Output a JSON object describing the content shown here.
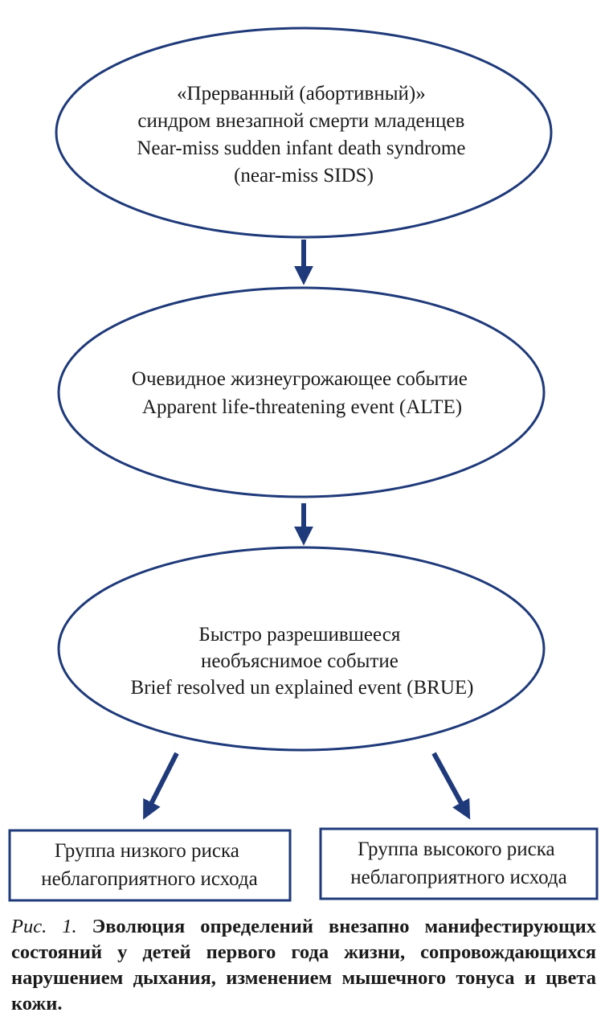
{
  "colors": {
    "shape_stroke": "#1f3a7a",
    "arrow": "#1f3a7a",
    "text": "#1a1a1a"
  },
  "nodes": {
    "near_miss_sids": {
      "lines": [
        "«Прерванный (абортивный)»",
        "синдром внезапной смерти младенцев",
        "Near-miss sudden infant death syndrome",
        "(near-miss SIDS)"
      ]
    },
    "alte": {
      "lines": [
        "Очевидное жизнеугрожающее событие",
        "Apparent life-threatening event (ALTE)"
      ]
    },
    "brue": {
      "lines": [
        "Быстро разрешившееся",
        "необъяснимое событие",
        "Brief resolved un explained event (BRUE)"
      ]
    },
    "low_risk": {
      "lines": [
        "Группа низкого риска",
        "неблагоприятного исхода"
      ]
    },
    "high_risk": {
      "lines": [
        "Группа высокого риска",
        "неблагоприятного исхода"
      ]
    }
  },
  "caption": {
    "label": "Рис. 1.",
    "text": "Эволюция определений внезапно манифестирующих состояний у детей первого года жизни, сопровождающихся нарушением дыхания, изменением мышечного тонуса и цвета кожи."
  }
}
